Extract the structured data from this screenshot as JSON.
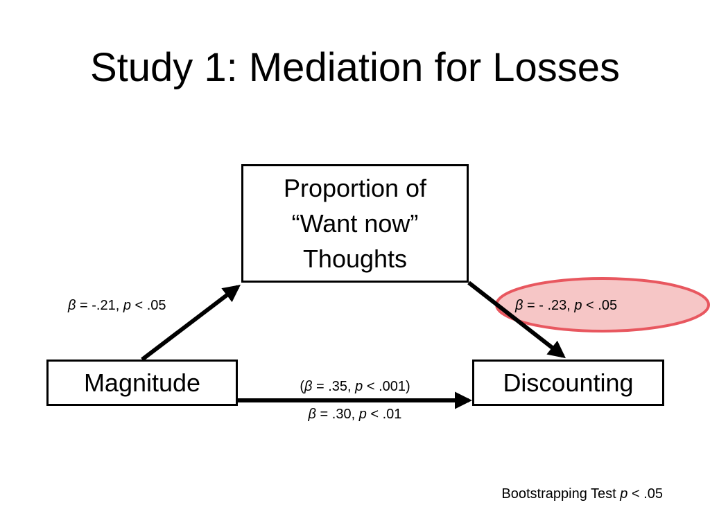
{
  "title": "Study 1: Mediation for Losses",
  "nodes": {
    "mediator": [
      "Proportion of",
      "“Want now”",
      "Thoughts"
    ],
    "predictor": "Magnitude",
    "outcome": "Discounting"
  },
  "paths": {
    "a": {
      "beta_sym": "β",
      "beta_text": " = -.21, ",
      "p_sym": "p",
      "p_text": " < .05"
    },
    "b": {
      "beta_sym": "β",
      "beta_text": " = - .23, ",
      "p_sym": "p",
      "p_text": " < .05"
    },
    "c_total": {
      "open": "(",
      "beta_sym": "β",
      "beta_text": " = .35, ",
      "p_sym": "p",
      "p_text": " < .001)"
    },
    "c_direct": {
      "beta_sym": "β",
      "beta_text": " = .30, ",
      "p_sym": "p",
      "p_text": " < .01"
    }
  },
  "footnote": {
    "text": "Bootstrapping Test ",
    "p_sym": "p",
    "p_text": " < .05"
  },
  "colors": {
    "highlight_fill": "#f6c6c6",
    "highlight_stroke": "#e8575f",
    "line": "#000000"
  }
}
